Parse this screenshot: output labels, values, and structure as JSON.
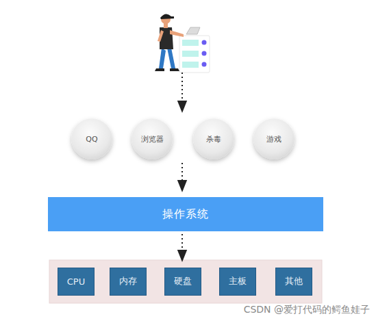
{
  "diagram": {
    "nodes": [
      {
        "text": [
          "QQ"
        ]
      },
      {
        "text": [
          "浏览器"
        ]
      },
      {
        "text": [
          "杀毒"
        ]
      },
      {
        "text": [
          "游戏"
        ]
      },
      {
        "text": [
          "操作系统"
        ]
      },
      {
        "text": [
          "CPU"
        ]
      },
      {
        "text": [
          "内存"
        ]
      },
      {
        "text": [
          "硬盘"
        ]
      },
      {
        "text": [
          "主板"
        ]
      },
      {
        "text": [
          "其他"
        ]
      }
    ],
    "labels": [
      "CSDN @爱打代码的鳄鱼娃子"
    ]
  }
}
